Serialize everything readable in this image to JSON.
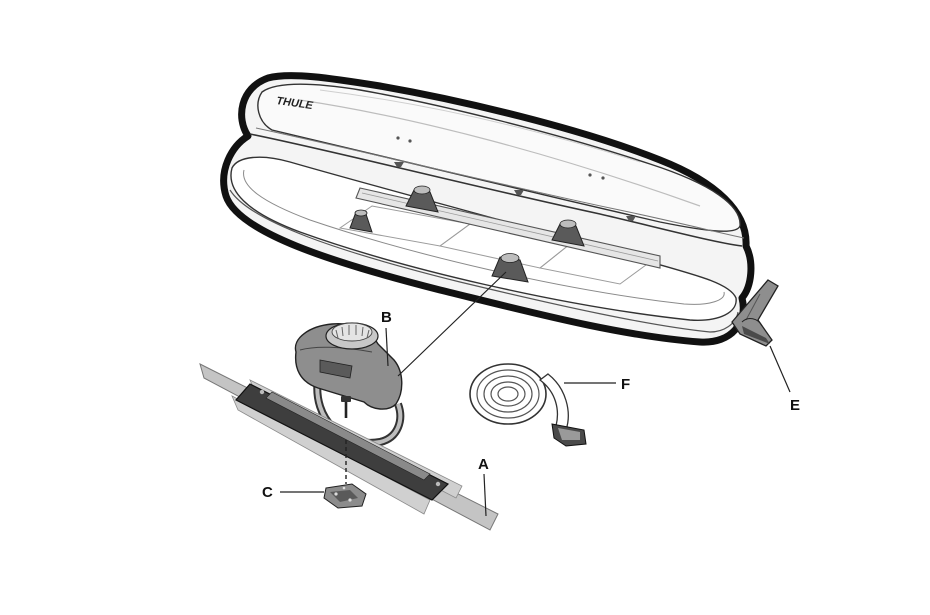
{
  "brand": {
    "logo_text": "THULE"
  },
  "callouts": {
    "a": "A",
    "b": "B",
    "c": "C",
    "e": "E",
    "f": "F"
  },
  "colors": {
    "outline": "#111111",
    "box_fill": "#f4f4f4",
    "shell_shade": "#e2e2e2",
    "part_dark": "#5a5a5a",
    "part_mid": "#9a9a9a",
    "part_light": "#c8c8c8",
    "leader": "#222222"
  },
  "icons": {
    "roof_box": "roof-box-icon",
    "mounting_foot": "mounting-foot-icon",
    "base_plate": "base-plate-icon",
    "screw": "screw-icon",
    "fastener_clip": "fastener-clip-icon",
    "strap": "strap-icon",
    "key_handle": "key-handle-icon"
  }
}
